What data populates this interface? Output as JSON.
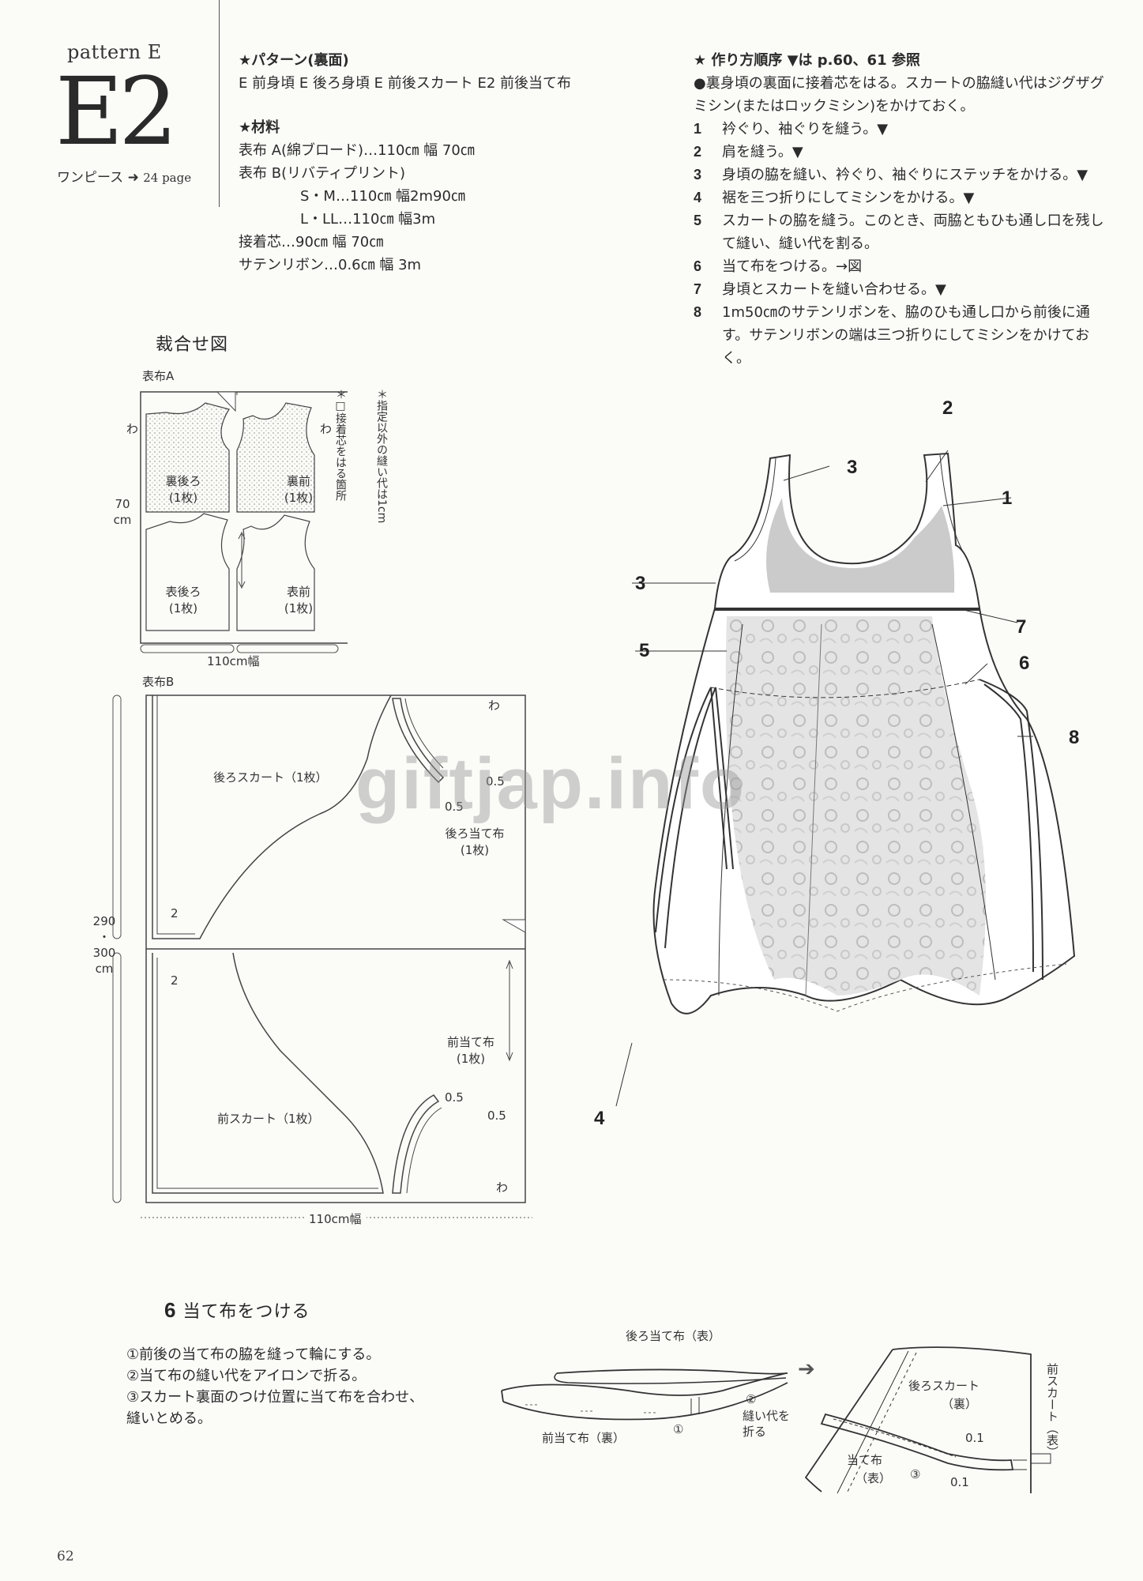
{
  "header": {
    "pattern_label": "pattern E",
    "pattern_code": "E2",
    "garment": "ワンピース",
    "page_ref": "24 page"
  },
  "pattern_info": {
    "title": "★パターン(裏面)",
    "pieces": "E 前身頃 E 後ろ身頃 E 前後スカート E2 前後当て布"
  },
  "materials": {
    "title": "★材料",
    "lines": [
      "表布 A(綿ブロード)…110㎝ 幅 70㎝",
      "表布 B(リバティプリント)",
      "S・M…110㎝ 幅2m90㎝",
      "L・LL…110㎝ 幅3m",
      "接着芯…90㎝ 幅 70㎝",
      "サテンリボン…0.6㎝ 幅 3m"
    ]
  },
  "steps": {
    "title": "★ 作り方順序 ▼は p.60、61 参照",
    "note": "●裏身頃の裏面に接着芯をはる。スカートの脇縫い代はジグザグミシン(またはロックミシン)をかけておく。",
    "items": [
      {
        "num": "1",
        "text": "衿ぐり、袖ぐりを縫う。▼"
      },
      {
        "num": "2",
        "text": "肩を縫う。▼"
      },
      {
        "num": "3",
        "text": "身頃の脇を縫い、衿ぐり、袖ぐりにステッチをかける。▼"
      },
      {
        "num": "4",
        "text": "裾を三つ折りにしてミシンをかける。▼"
      },
      {
        "num": "5",
        "text": "スカートの脇を縫う。このとき、両脇ともひも通し口を残して縫い、縫い代を割る。"
      },
      {
        "num": "6",
        "text": "当て布をつける。→図"
      },
      {
        "num": "7",
        "text": "身頃とスカートを縫い合わせる。▼"
      },
      {
        "num": "8",
        "text": "1m50㎝のサテンリボンを、脇のひも通し口から前後に通す。サテンリボンの端は三つ折りにしてミシンをかけておく。"
      }
    ]
  },
  "cutting": {
    "title": "裁合せ図",
    "fabric_a": {
      "label": "表布A",
      "height": "70",
      "height_unit": "cm",
      "width": "110cm幅",
      "fold": "わ",
      "pieces": [
        {
          "name": "裏後ろ",
          "count": "(1枚)"
        },
        {
          "name": "裏前",
          "count": "(1枚)"
        },
        {
          "name": "表後ろ",
          "count": "(1枚)"
        },
        {
          "name": "表前",
          "count": "(1枚)"
        }
      ],
      "note_seam": "＊指定以外の縫い代は1cm",
      "note_interfacing": "＊□接着芯をはる箇所"
    },
    "fabric_b": {
      "label": "表布B",
      "height_a": "290",
      "height_sep": "・",
      "height_b": "300",
      "height_unit": "cm",
      "width": "110cm幅",
      "fold": "わ",
      "back_skirt": "後ろスカート（1枚）",
      "back_facing": "後ろ当て布",
      "back_facing_count": "(1枚)",
      "front_skirt": "前スカート（1枚）",
      "front_facing": "前当て布",
      "front_facing_count": "(1枚)",
      "seam_05": "0.5",
      "seam_2": "2"
    }
  },
  "dress_callouts": [
    "1",
    "2",
    "3",
    "3",
    "4",
    "5",
    "6",
    "7",
    "8"
  ],
  "watermark": "giftjap.info",
  "step6": {
    "title": "当て布をつける",
    "num": "6",
    "instructions": [
      "①前後の当て布の脇を縫って輪にする。",
      "②当て布の縫い代をアイロンで折る。",
      "③スカート裏面のつけ位置に当て布を合わせ、縫いとめる。"
    ],
    "label_back_facing": "後ろ当て布（表）",
    "label_front_facing": "前当て布（裏）",
    "label_c1": "①",
    "label_c2": "②",
    "label_c2_text": "縫い代を",
    "label_c2_text2": "折る",
    "label_back_skirt": "後ろスカート",
    "label_back_skirt_sub": "（裏）",
    "label_front_skirt": "前スカート（表）",
    "label_facing": "当て布",
    "label_facing_sub": "（表）",
    "label_c3": "③",
    "label_01a": "0.1",
    "label_01b": "0.1"
  },
  "page_number": "62"
}
